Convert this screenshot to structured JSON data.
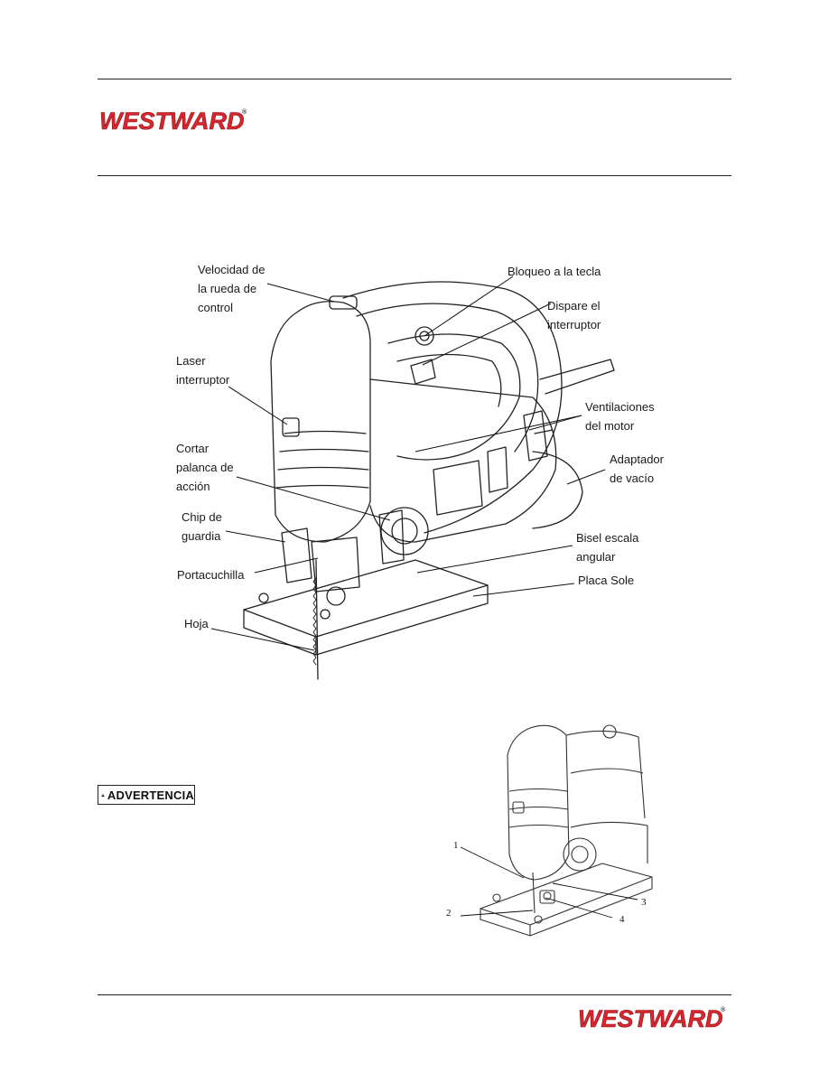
{
  "header": {
    "brand": "WESTWARD",
    "registered": "®"
  },
  "footer": {
    "brand": "WESTWARD",
    "registered": "®"
  },
  "diagram_labels": {
    "speed_wheel": "Velocidad de\nla rueda de\ncontrol",
    "lock_button": "Bloqueo a la tecla",
    "trigger_switch": "Dispare el\ninterruptor",
    "laser_switch": "Laser\ninterruptor",
    "motor_vents": "Ventilaciones\ndel motor",
    "orbital_lever": "Cortar\npalanca de\nacción",
    "vacuum_adapter": "Adaptador\nde vacío",
    "chip_guard": "Chip de\nguardia",
    "bevel_scale": "Bisel escala\nangular",
    "blade_holder": "Portacuchilla",
    "sole_plate": "Placa Sole",
    "blade": "Hoja"
  },
  "warning_badge": "ADVERTENCIA",
  "detail_numbers": [
    "1",
    "2",
    "3",
    "4"
  ],
  "colors": {
    "brand_red": "#d7262e",
    "brand_outline": "#ffffff",
    "line": "#222222"
  }
}
